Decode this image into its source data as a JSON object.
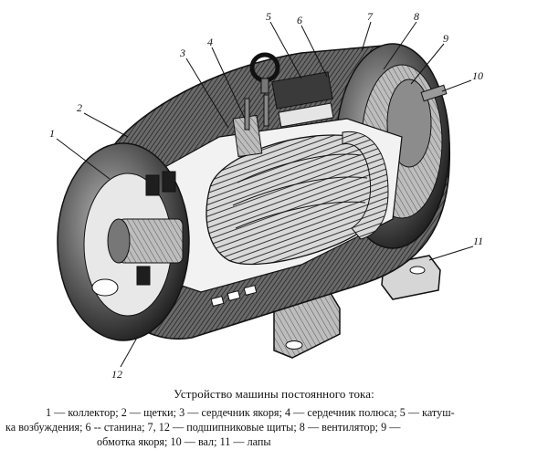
{
  "figure": {
    "labels": [
      "1",
      "2",
      "3",
      "4",
      "5",
      "6",
      "7",
      "8",
      "9",
      "10",
      "11",
      "12"
    ]
  },
  "caption": {
    "title": "Устройство машины постоянного тока:",
    "legend_lines": [
      "1 — коллектор; 2 — щетки; 3 — сердечник якоря; 4 — сердечник полюса; 5 — катуш-",
      "ка возбуждения; 6 -- станина; 7, 12 — подшипниковые щиты; 8 — вентилятор; 9 —",
      "обмотка якоря; 10 — вал; 11 — лапы"
    ]
  }
}
